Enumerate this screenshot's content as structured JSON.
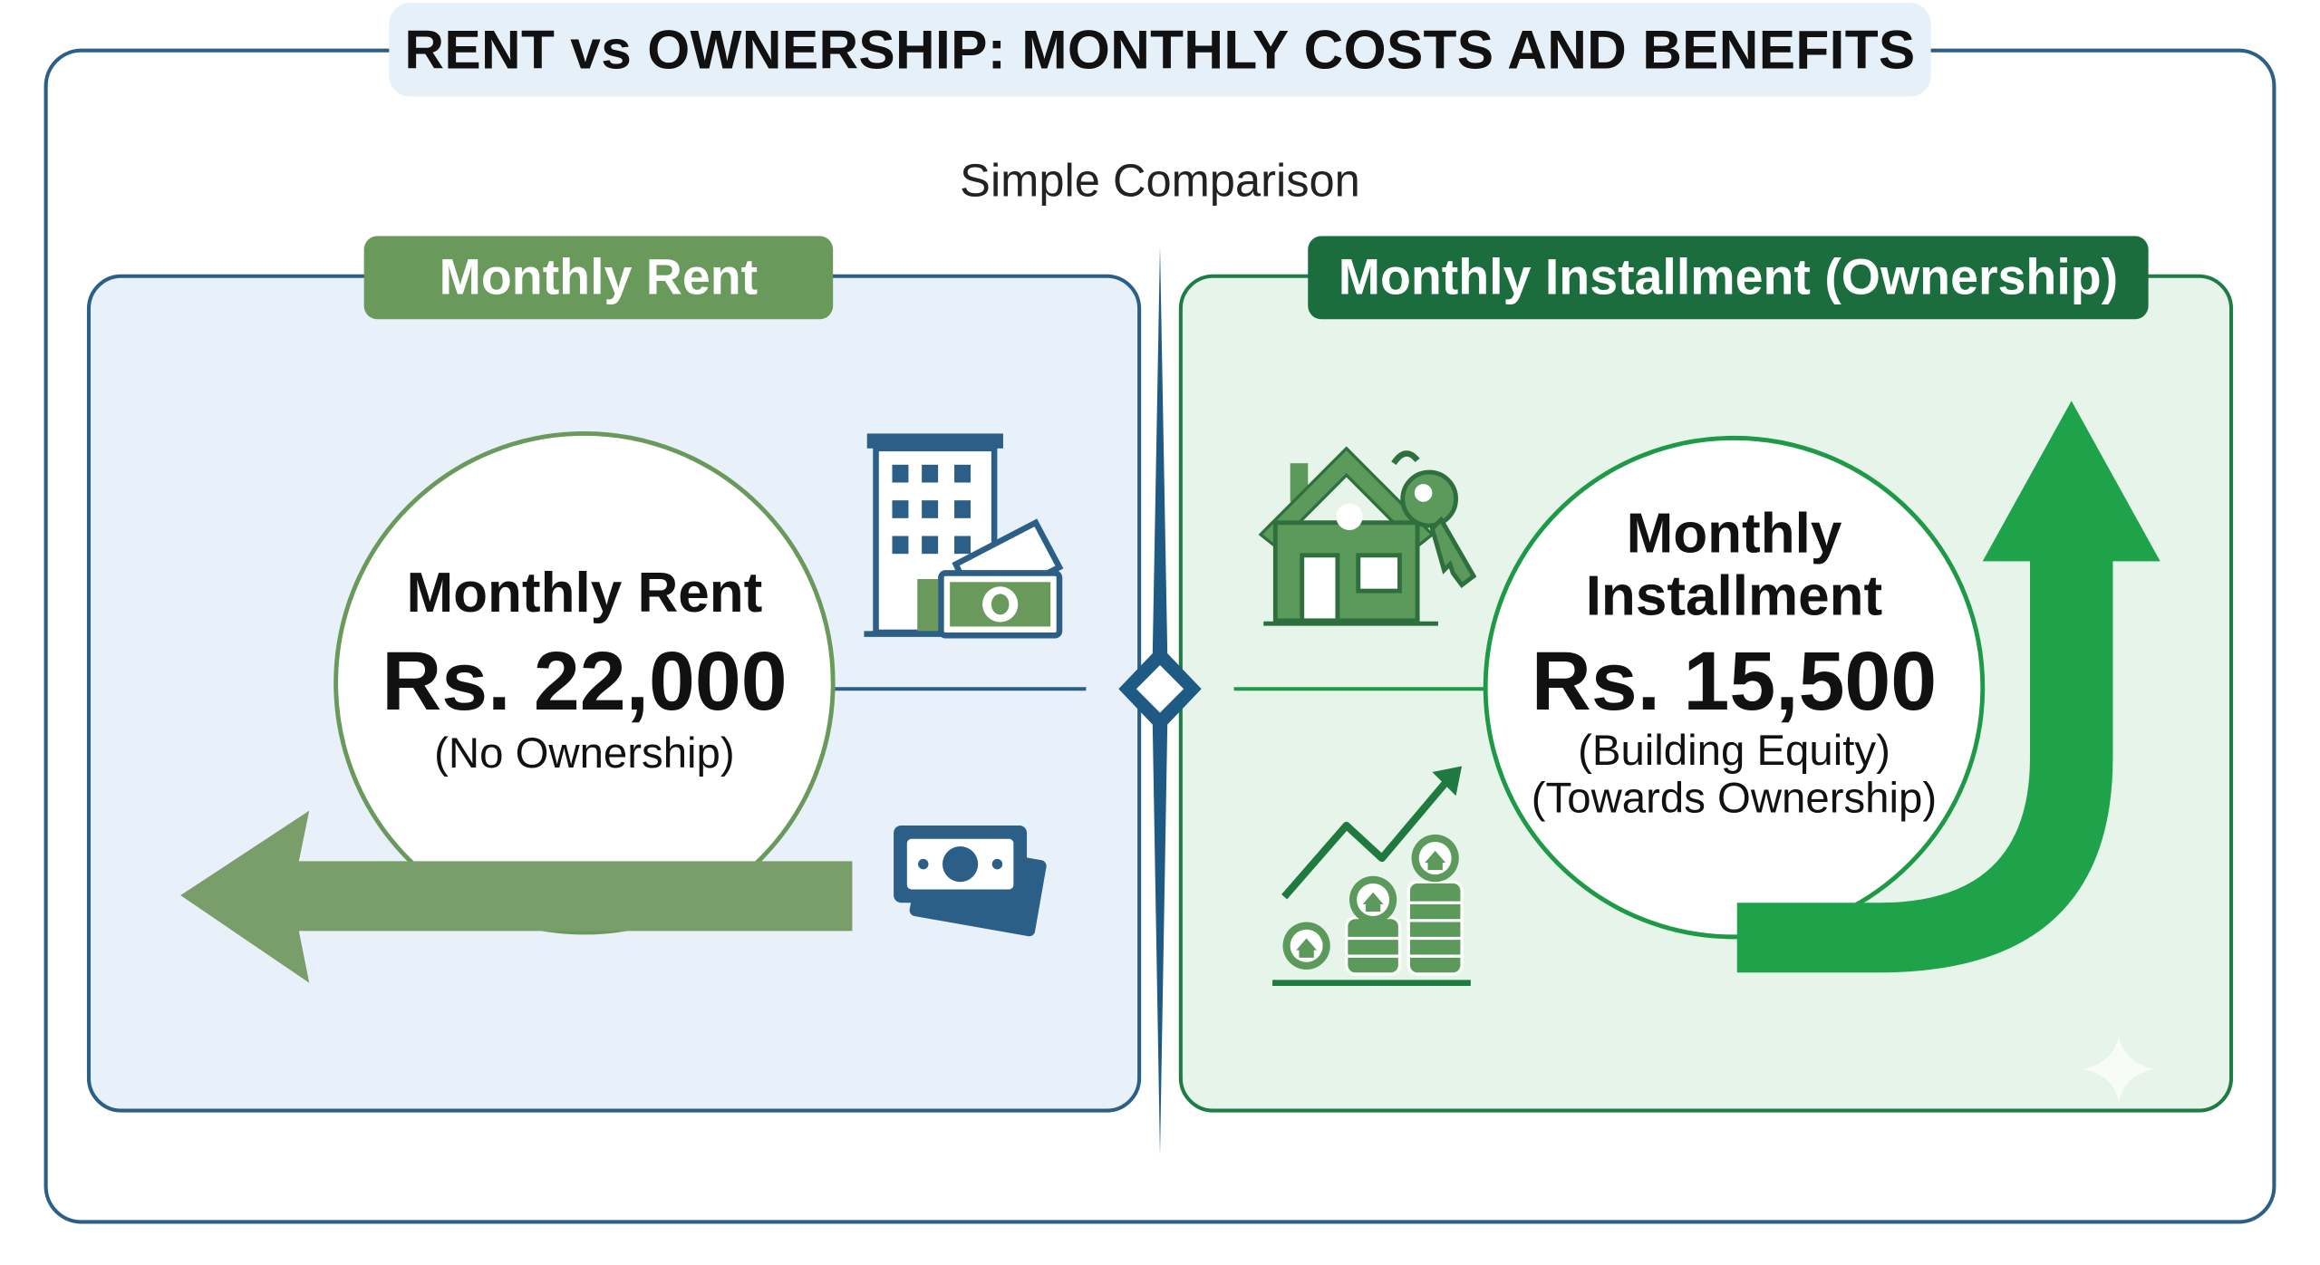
{
  "header": {
    "title": "RENT vs OWNERSHIP: MONTHLY COSTS AND BENEFITS",
    "subtitle": "Simple Comparison"
  },
  "rent_panel": {
    "tag": "Monthly Rent",
    "heading": "Monthly Rent",
    "amount": "Rs. 22,000",
    "note": "(No Ownership)",
    "icons": [
      "apartment-building-icon",
      "cash-bill-icon",
      "money-stack-icon",
      "left-arrow-icon"
    ]
  },
  "own_panel": {
    "tag": "Monthly Installment (Ownership)",
    "heading_line1": "Monthly",
    "heading_line2": "Installment",
    "amount": "Rs. 15,500",
    "note1": "(Building Equity)",
    "note2": "(Towards Ownership)",
    "icons": [
      "house-with-key-icon",
      "growth-coins-chart-icon",
      "curved-up-arrow-icon"
    ]
  },
  "colors": {
    "frame_blue": "#2c5f87",
    "rent_green": "#6a9a5b",
    "own_green": "#1b6d3e",
    "bright_green": "#1fa34a",
    "rent_bg": "#e8f0fa",
    "own_bg": "#e6f4ea",
    "title_bg": "#e6f0f9"
  }
}
